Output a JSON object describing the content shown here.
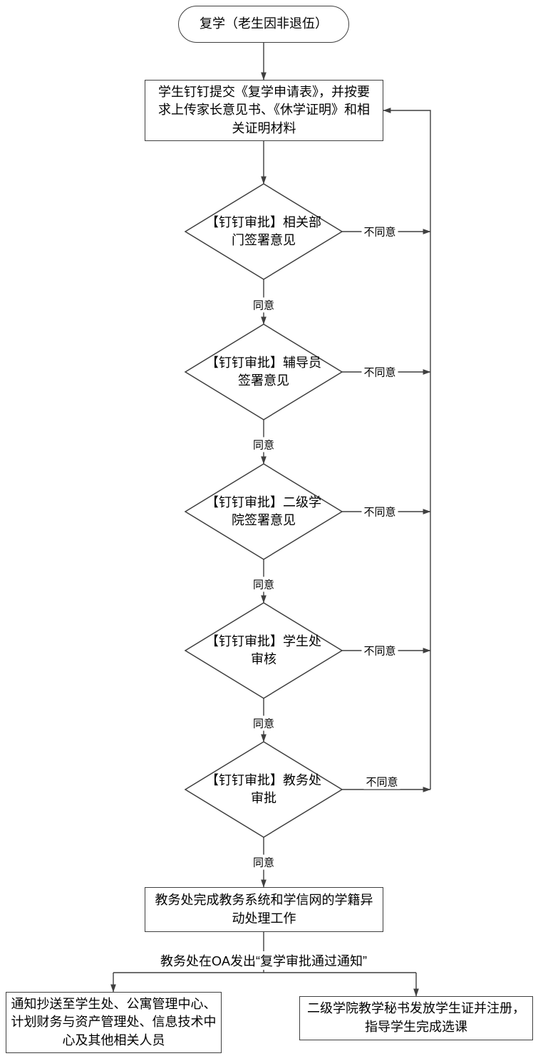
{
  "colors": {
    "stroke": "#3f3f3f",
    "background": "#ffffff"
  },
  "flow": {
    "start": {
      "label": "复学（老生因非退伍）"
    },
    "submit": {
      "label": "学生钉钉提交《复学申请表》，并按要求上传家长意见书、《休学证明》和相关证明材料"
    },
    "decisions": [
      {
        "label": "【钉钉审批】相关部门签署意见",
        "agree": "同意",
        "disagree": "不同意"
      },
      {
        "label": "【钉钉审批】辅导员签署意见",
        "agree": "同意",
        "disagree": "不同意"
      },
      {
        "label": "【钉钉审批】二级学院签署意见",
        "agree": "同意",
        "disagree": "不同意"
      },
      {
        "label": "【钉钉审批】学生处审核",
        "agree": "同意",
        "disagree": "不同意"
      },
      {
        "label": "【钉钉审批】教务处审批",
        "agree": "同意",
        "disagree": "不同意"
      }
    ],
    "process": {
      "label": "教务处完成教务系统和学信网的学籍异动处理工作"
    },
    "oa_notice": {
      "label": "教务处在OA发出“复学审批通过通知”"
    },
    "end_left": {
      "label": "通知抄送至学生处、公寓管理中心、计划财务与资产管理处、信息技术中心及其他相关人员"
    },
    "end_right": {
      "label": "二级学院教学秘书发放学生证并注册，指导学生完成选课"
    }
  }
}
